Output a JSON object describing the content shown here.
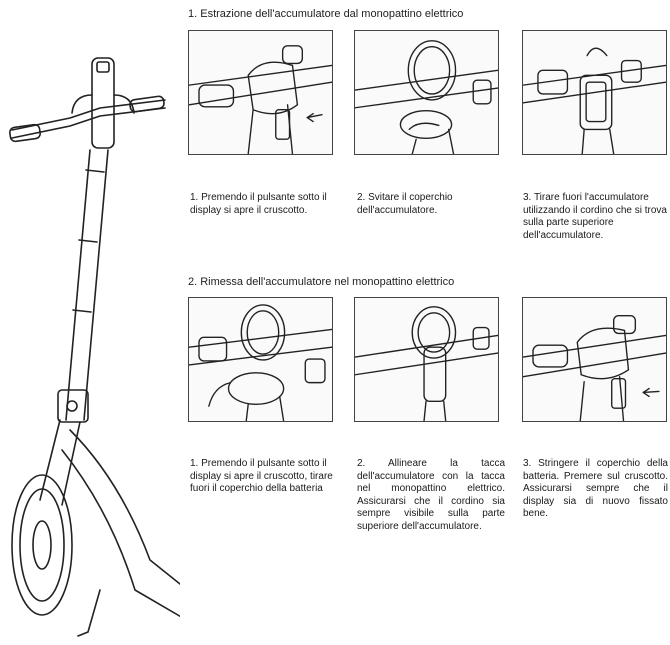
{
  "section1": {
    "title": "1. Estrazione dell'accumulatore dal monopattino elettrico",
    "steps": [
      {
        "caption": "1. Premendo il pulsante sotto il display si apre il cruscotto."
      },
      {
        "caption": "2. Svitare il coperchio dell'accumulatore."
      },
      {
        "caption": "3. Tirare fuori l'accumulatore utilizzando il cordino che si trova sulla parte superiore dell'accumulatore."
      }
    ]
  },
  "section2": {
    "title": "2. Rimessa dell'accumulatore nel monopattino elettrico",
    "steps": [
      {
        "caption": "1. Premendo il pulsante sotto il display si apre il cruscotto, tirare fuori il coperchio della batteria"
      },
      {
        "caption": "2. Allineare la tacca dell'accumulatore con la tacca nel monopattino elettrico. Assicurarsi che il cordino sia sempre visibile sulla parte superiore dell'accumulatore."
      },
      {
        "caption": "3. Stringere il coperchio della batteria. Premere sul cruscotto. Assicurarsi sempre che il display sia di nuovo fissato bene."
      }
    ]
  }
}
